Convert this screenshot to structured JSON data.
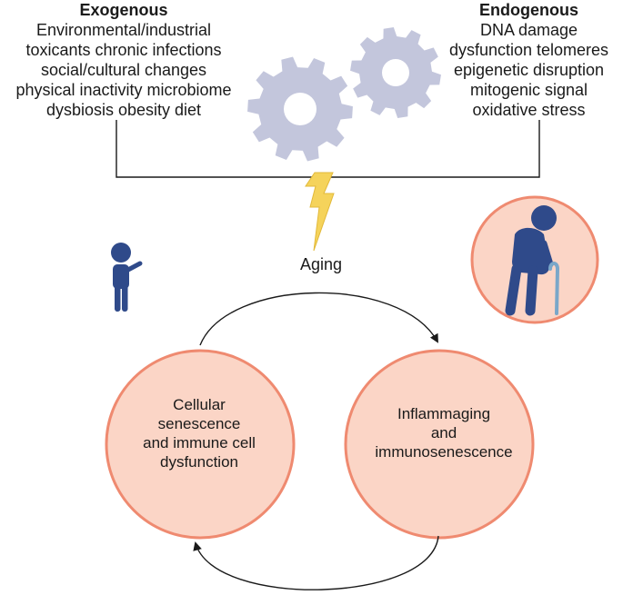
{
  "exogenous": {
    "heading": "Exogenous",
    "lines": [
      "Environmental/industrial",
      "toxicants chronic infections",
      "social/cultural changes",
      "physical inactivity microbiome",
      "dysbiosis obesity diet"
    ]
  },
  "endogenous": {
    "heading": "Endogenous",
    "lines": [
      "DNA damage",
      "dysfunction telomeres",
      "epigenetic disruption",
      "mitogenic signal",
      "oxidative stress"
    ]
  },
  "aging_label": "Aging",
  "left_circle": {
    "lines": [
      "Cellular",
      "senescence",
      "and immune cell",
      "dysfunction"
    ]
  },
  "right_circle": {
    "lines": [
      "Inflammaging",
      "and",
      "immunosenescence"
    ]
  },
  "icons": {
    "gears": "gears-icon",
    "lightning": "lightning-bolt-icon",
    "child": "child-icon",
    "elderly": "elderly-person-with-cane-icon"
  },
  "colors": {
    "circle_fill": "#fbd5c6",
    "circle_stroke": "#ef8a70",
    "gear": "#c3c6dc",
    "figure": "#2f4a8a",
    "bolt": "#f5d35b"
  }
}
